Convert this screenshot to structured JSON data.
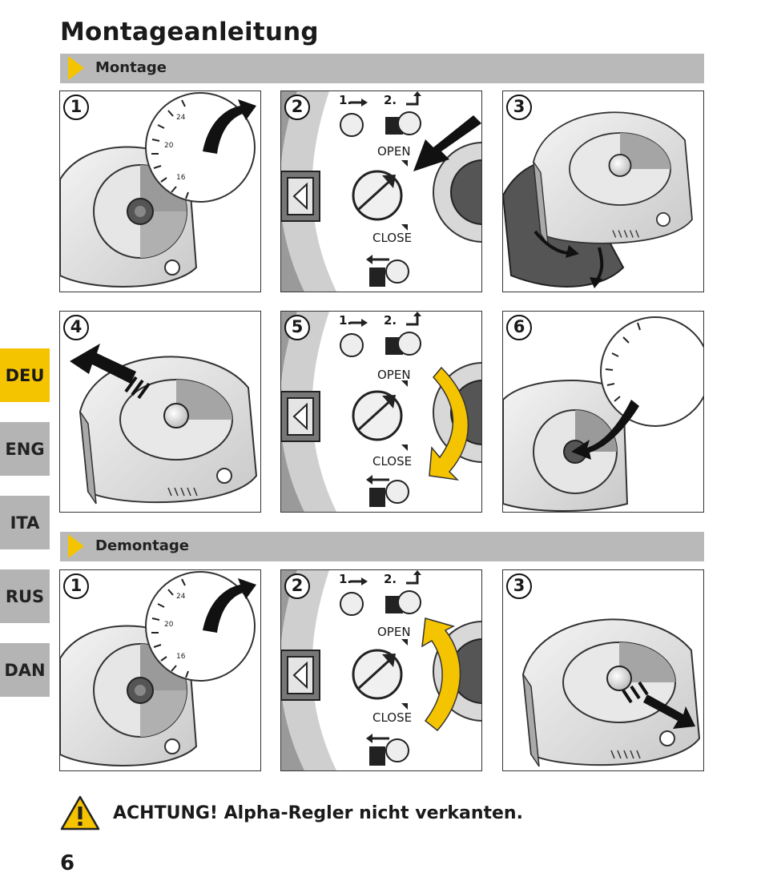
{
  "page": {
    "title": "Montageanleitung",
    "page_number": "6"
  },
  "sections": [
    {
      "label": "Montage",
      "steps": [
        {
          "num": "1",
          "graphic": "dial-rotate-icon"
        },
        {
          "num": "2",
          "graphic": "open-close-slider-icon",
          "top_left": "1.",
          "top_right": "2.",
          "open": "OPEN",
          "close": "CLOSE"
        },
        {
          "num": "3",
          "graphic": "device-attach-icon"
        },
        {
          "num": "4",
          "graphic": "device-slide-out-icon"
        },
        {
          "num": "5",
          "graphic": "open-close-rotate-icon",
          "top_left": "1.",
          "top_right": "2.",
          "open": "OPEN",
          "close": "CLOSE"
        },
        {
          "num": "6",
          "graphic": "dial-insert-icon"
        }
      ]
    },
    {
      "label": "Demontage",
      "steps": [
        {
          "num": "1",
          "graphic": "dial-rotate-icon"
        },
        {
          "num": "2",
          "graphic": "open-close-rotate-icon",
          "top_left": "1.",
          "top_right": "2.",
          "open": "OPEN",
          "close": "CLOSE"
        },
        {
          "num": "3",
          "graphic": "device-remove-icon"
        }
      ]
    }
  ],
  "language_tabs": [
    {
      "label": "DEU",
      "active": true
    },
    {
      "label": "ENG",
      "active": false
    },
    {
      "label": "ITA",
      "active": false
    },
    {
      "label": "RUS",
      "active": false
    },
    {
      "label": "DAN",
      "active": false
    }
  ],
  "warning": {
    "icon": "warning-triangle-icon",
    "text": "ACHTUNG! Alpha-Regler nicht verkanten."
  },
  "colors": {
    "accent_yellow": "#f5c400",
    "section_bar_gray": "#b9b9b9",
    "tab_gray": "#b4b4b4"
  }
}
